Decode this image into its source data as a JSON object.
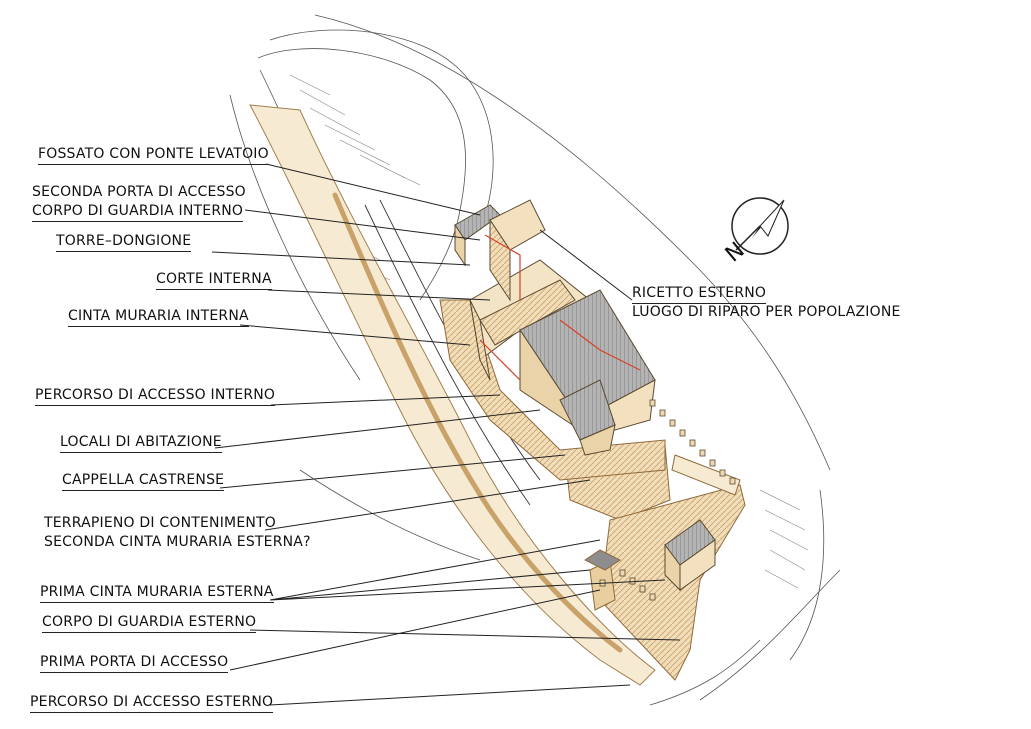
{
  "labels": {
    "fossato": "FOSSATO CON PONTE LEVATOIO",
    "seconda_porta_1": "SECONDA PORTA DI ACCESSO",
    "seconda_porta_2": "CORPO DI GUARDIA INTERNO",
    "torre": "TORRE–DONGIONE",
    "corte": "CORTE INTERNA",
    "cinta_interna": "CINTA MURARIA INTERNA",
    "percorso_interno": "PERCORSO DI ACCESSO INTERNO",
    "locali": "LOCALI DI ABITAZIONE",
    "cappella": "CAPPELLA CASTRENSE",
    "terrapieno_1": "TERRAPIENO DI CONTENIMENTO",
    "terrapieno_2": "SECONDA CINTA MURARIA ESTERNA?",
    "prima_cinta": "PRIMA CINTA MURARIA ESTERNA",
    "corpo_guardia_esterno": "CORPO DI GUARDIA ESTERNO",
    "prima_porta": "PRIMA PORTA DI ACCESSO",
    "percorso_esterno": "PERCORSO DI ACCESSO ESTERNO",
    "ricetto_1": "RICETTO ESTERNO",
    "ricetto_2": "LUOGO DI RIPARO PER POPOLAZIONE"
  },
  "compass": {
    "letter": "N"
  },
  "colors": {
    "wall_fill": "#efd9b4",
    "wall_stroke": "#b89058",
    "roof_fill": "#a9a9a9",
    "mortar_red": "#d8402a",
    "ink": "#222222"
  }
}
